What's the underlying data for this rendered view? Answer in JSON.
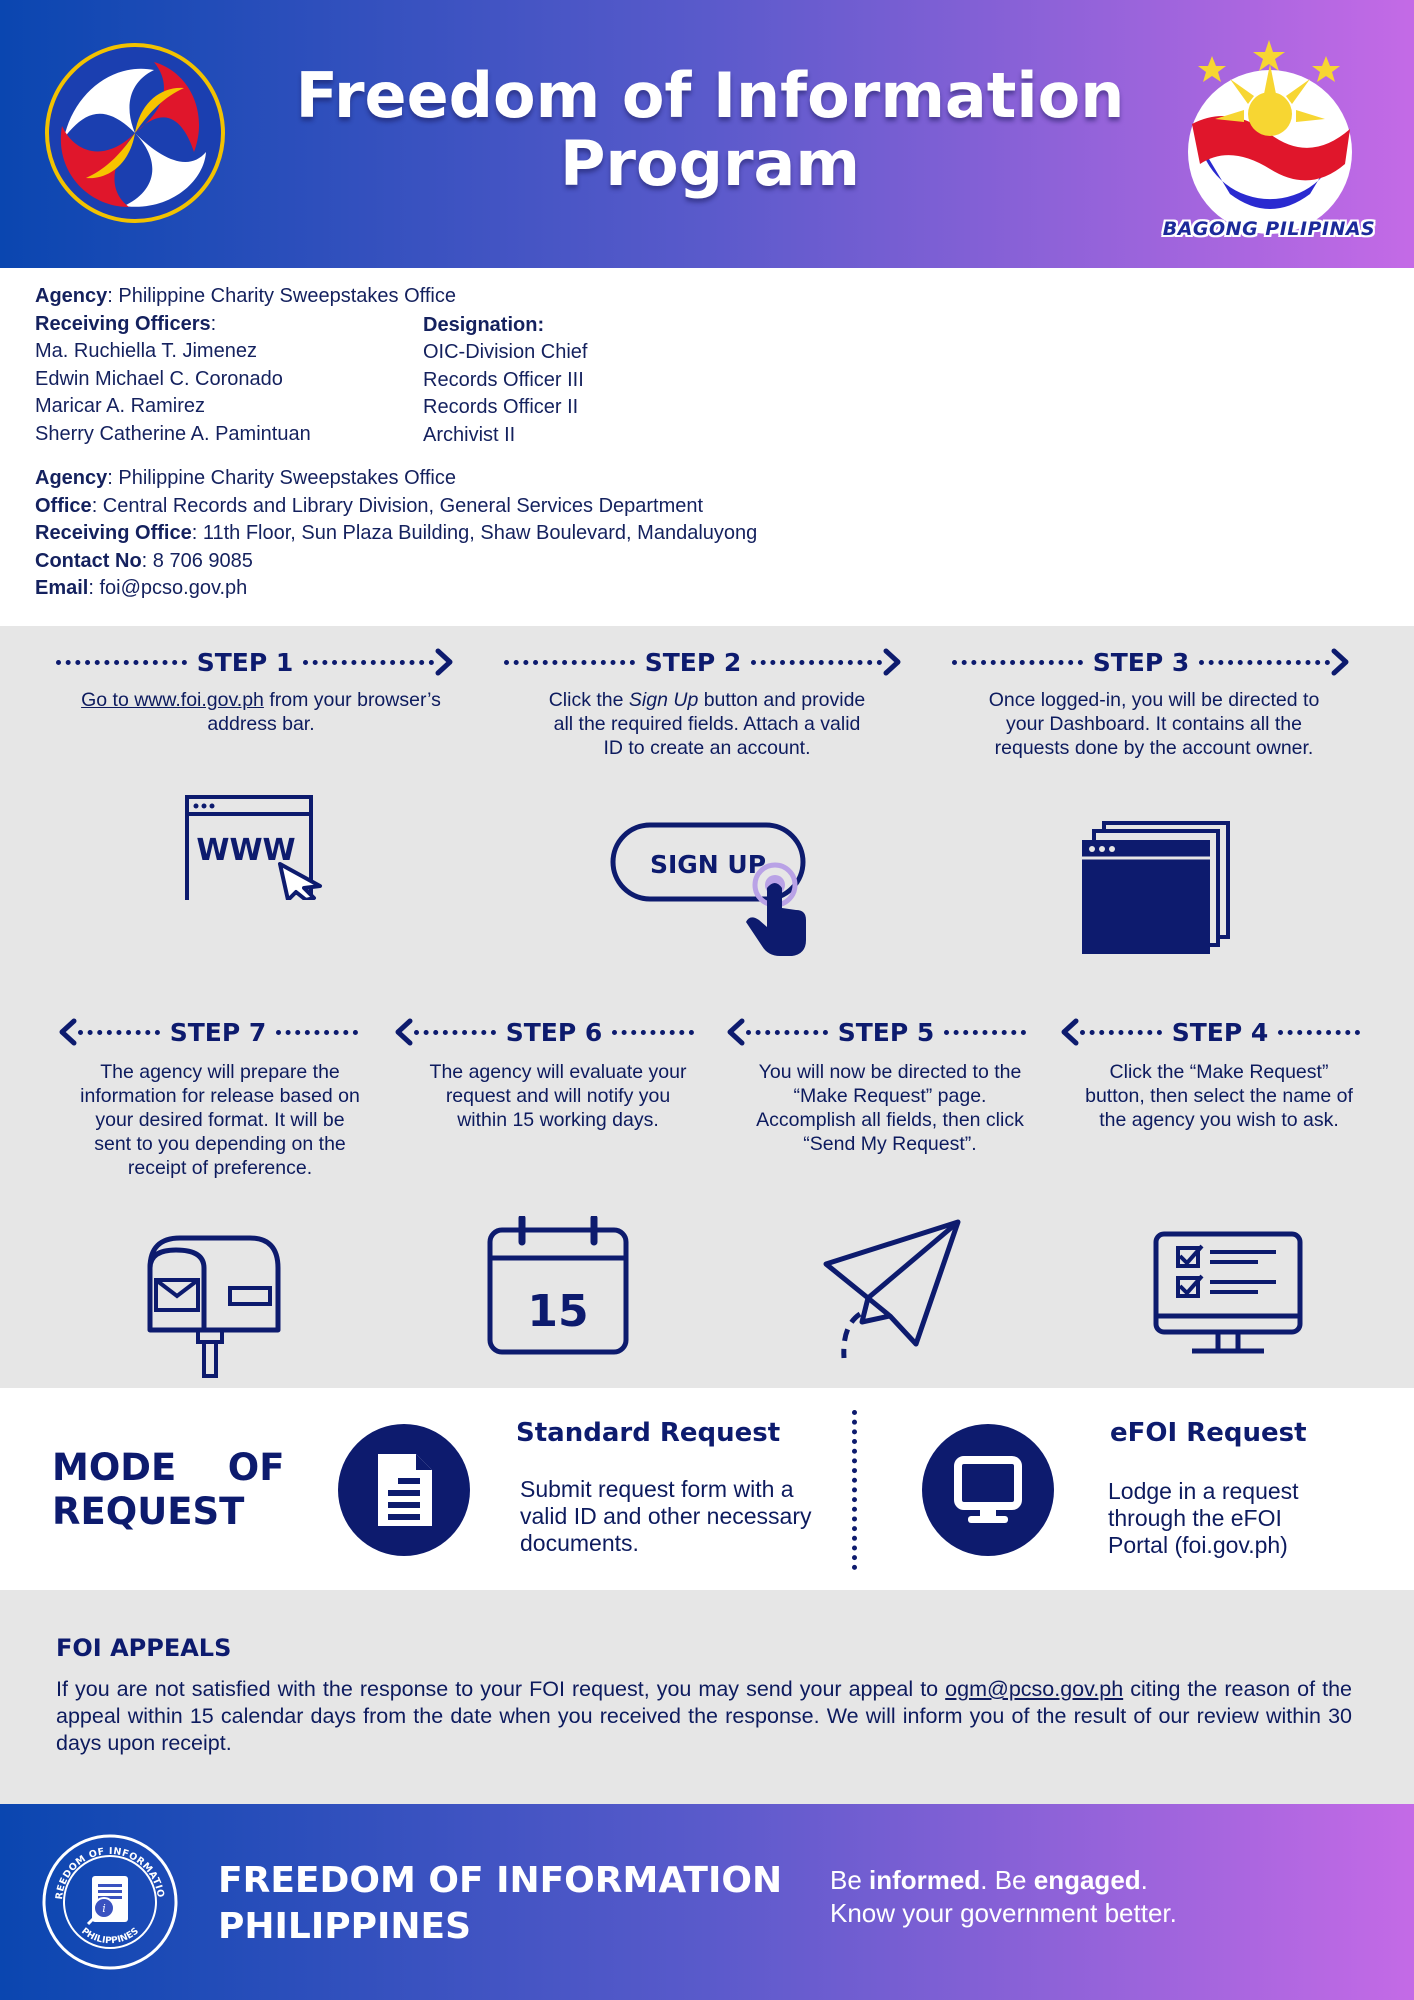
{
  "header": {
    "title_line1": "Freedom of Information",
    "title_line2": "Program",
    "right_logo_text": "BAGONG PILIPINAS"
  },
  "contacts": {
    "agency_label": "Agency",
    "agency_value": ": Philippine Charity Sweepstakes Office",
    "receiving_officers_label": "Receiving Officers",
    "designation_label": "Designation:",
    "officers": [
      {
        "name": "Ma. Ruchiella T. Jimenez",
        "designation": "OIC-Division Chief"
      },
      {
        "name": "Edwin Michael C. Coronado",
        "designation": "Records Officer III"
      },
      {
        "name": "Maricar A. Ramirez",
        "designation": "Records Officer II"
      },
      {
        "name": "Sherry Catherine A. Pamintuan",
        "designation": "Archivist II"
      }
    ],
    "agency2_label": "Agency",
    "agency2_value": ": Philippine Charity Sweepstakes Office",
    "office_label": "Office",
    "office_value": ": Central Records and Library Division, General Services Department",
    "receiving_office_label": "Receiving Office",
    "receiving_office_value": ": 11th Floor, Sun Plaza Building, Shaw Boulevard, Mandaluyong",
    "contact_label": "Contact No",
    "contact_value": ": 8 706 9085",
    "email_label": "Email",
    "email_value": ": foi@pcso.gov.ph"
  },
  "steps": [
    {
      "label": "STEP 1",
      "link": "Go to www.foi.gov.ph",
      "desc": " from your browser’s address bar.",
      "icon": "www-browser-icon"
    },
    {
      "label": "STEP 2",
      "desc_pre": "Click the ",
      "desc_em": "Sign Up",
      "desc": " button and provide all the required fields. Attach a valid ID to create an account.",
      "icon": "sign-up-button-icon",
      "icon_text": "SIGN UP"
    },
    {
      "label": "STEP 3",
      "desc": "Once logged-in, you will be directed to your Dashboard. It contains all the requests done by the account owner.",
      "icon": "stacked-windows-icon"
    },
    {
      "label": "STEP 4",
      "desc": "Click the “Make Request” button, then select the name of the agency you wish to ask.",
      "icon": "checklist-monitor-icon"
    },
    {
      "label": "STEP 5",
      "desc": "You will now be directed to the “Make Request” page. Accomplish all fields, then click “Send My Request”.",
      "icon": "paper-plane-icon"
    },
    {
      "label": "STEP 6",
      "desc": "The agency will evaluate your request and will notify you within 15 working days.",
      "icon": "calendar-icon",
      "icon_text": "15"
    },
    {
      "label": "STEP 7",
      "desc": "The agency will prepare the information for release based on your desired format. It will be sent to you depending on the receipt of preference.",
      "icon": "mailbox-icon"
    }
  ],
  "mode": {
    "title_line1": "MODE    OF",
    "title_line2": "REQUEST",
    "standard_title": "Standard Request",
    "standard_desc": "Submit request form with a valid ID and other necessary documents.",
    "efoi_title": "eFOI Request",
    "efoi_desc": "Lodge in a request through the eFOI Portal (foi.gov.ph)"
  },
  "appeals": {
    "title": "FOI APPEALS",
    "text_pre": "If you are not satisfied with the response to your FOI request, you may send your appeal to ",
    "email": "ogm@pcso.gov.ph",
    "text_post": " citing the reason of the appeal within 15 calendar days from the date when you received the response. We will inform you of the result of our review within 30 days upon receipt."
  },
  "footer": {
    "seal_text_top": "FREEDOM OF INFORMATION",
    "seal_text_bottom": "PHILIPPINES",
    "title_line1": "FREEDOM OF INFORMATION",
    "title_line2": "PHILIPPINES",
    "tag_be1": "Be ",
    "tag_informed": "informed",
    "tag_be2": ".  Be ",
    "tag_engaged": "engaged",
    "tag_dot": ".",
    "tag_line2": "Know your government better."
  },
  "colors": {
    "navy": "#0d1b6e",
    "gradient_start": "#0a46b0",
    "gradient_end": "#c46ae6",
    "panel_gray": "#e6e6e6"
  }
}
